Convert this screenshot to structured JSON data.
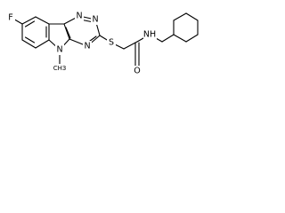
{
  "molecule": {
    "atoms": {
      "fluorine": "F",
      "indole_nitrogen": "N",
      "methyl": "CH3",
      "triazine_n1": "N",
      "triazine_n2": "N",
      "triazine_n3": "N",
      "sulfur": "S",
      "carbonyl_oxygen": "O",
      "amide_nh": "NH"
    }
  }
}
